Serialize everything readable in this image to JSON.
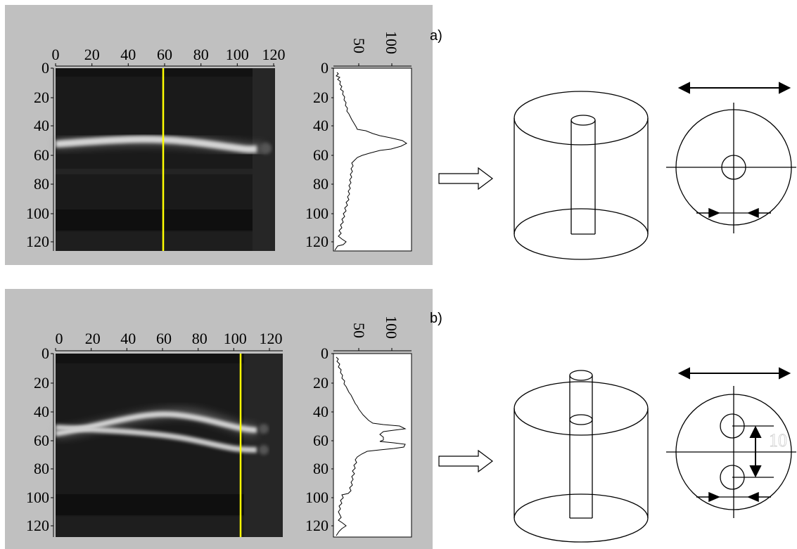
{
  "figures": [
    {
      "label": "a)",
      "image_axis": {
        "x_ticks": [
          "0",
          "20",
          "40",
          "60",
          "80",
          "100",
          "120"
        ],
        "y_ticks": [
          "0",
          "20",
          "40",
          "60",
          "80",
          "100",
          "120"
        ]
      },
      "profile_axis": {
        "x_ticks": [
          "50",
          "100"
        ],
        "y_ticks": [
          "0",
          "20",
          "40",
          "60",
          "80",
          "100",
          "120"
        ]
      },
      "cursor_x": 60,
      "beams": 1
    },
    {
      "label": "b)",
      "image_axis": {
        "x_ticks": [
          "0",
          "20",
          "40",
          "60",
          "80",
          "100",
          "120"
        ],
        "y_ticks": [
          "0",
          "20",
          "40",
          "60",
          "80",
          "100",
          "120"
        ]
      },
      "profile_axis": {
        "x_ticks": [
          "50",
          "100"
        ],
        "y_ticks": [
          "0",
          "20",
          "40",
          "60",
          "80",
          "100",
          "120"
        ]
      },
      "cursor_x": 103,
      "beams": 2,
      "separation_label": "10"
    }
  ],
  "colors": {
    "panel_bg": "#c0c0c0",
    "cursor": "#ffff00",
    "image_bg": "#1a1a1a",
    "beam": "#d8d8d8"
  },
  "icons": [
    "right-arrow-icon",
    "double-arrow-icon",
    "cylinder-icon",
    "circle-cross-section-icon"
  ]
}
